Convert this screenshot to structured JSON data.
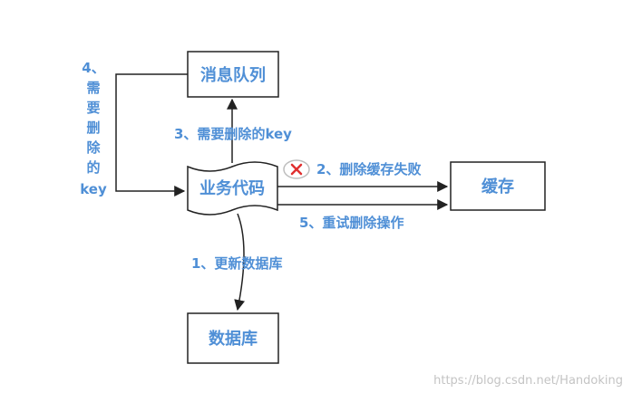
{
  "colors": {
    "text_blue": "#4f8fd6",
    "stroke": "#222222",
    "fail_mark": "#e03030"
  },
  "nodes": {
    "message_queue": "消息队列",
    "business_code": "业务代码",
    "cache": "缓存",
    "database": "数据库"
  },
  "edges": {
    "step1": "1、更新数据库",
    "step2": "2、删除缓存失败",
    "step3": "3、需要删除的key",
    "step4_lines": [
      "4、",
      "需",
      "要",
      "删",
      "除",
      "的",
      "key"
    ],
    "step5": "5、重试删除操作"
  },
  "icons": {
    "fail_mark": "close-icon"
  },
  "watermark": "https://blog.csdn.net/Handoking"
}
